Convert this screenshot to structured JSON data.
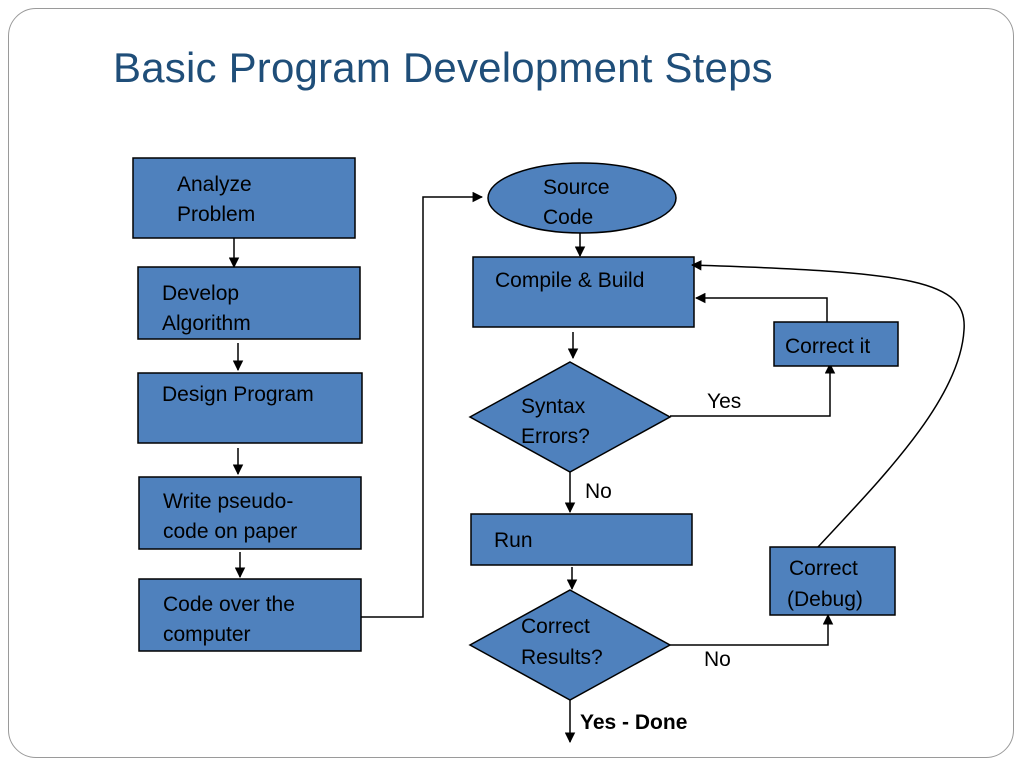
{
  "slide": {
    "title": "Basic Program Development Steps"
  },
  "left_steps": [
    {
      "line1": "Analyze",
      "line2": "Problem"
    },
    {
      "line1": "Develop",
      "line2": "Algorithm"
    },
    {
      "line1": "Design Program",
      "line2": ""
    },
    {
      "line1": "Write pseudo-",
      "line2": "code on paper"
    },
    {
      "line1": "Code over the",
      "line2": "computer"
    }
  ],
  "right_flow": {
    "source_code": {
      "line1": "Source",
      "line2": "Code"
    },
    "compile_build": "Compile & Build",
    "syntax_errors": {
      "line1": "Syntax",
      "line2": "Errors?"
    },
    "correct_it": "Correct it",
    "run": "Run",
    "correct_results": {
      "line1": "Correct",
      "line2": "Results?"
    },
    "correct_debug": {
      "line1": "Correct",
      "line2": "(Debug)"
    }
  },
  "edge_labels": {
    "syntax_yes": "Yes",
    "syntax_no": "No",
    "results_no": "No",
    "results_yes_done": "Yes - Done"
  },
  "colors": {
    "box_fill": "#4f81bd",
    "title": "#1f4e79"
  }
}
